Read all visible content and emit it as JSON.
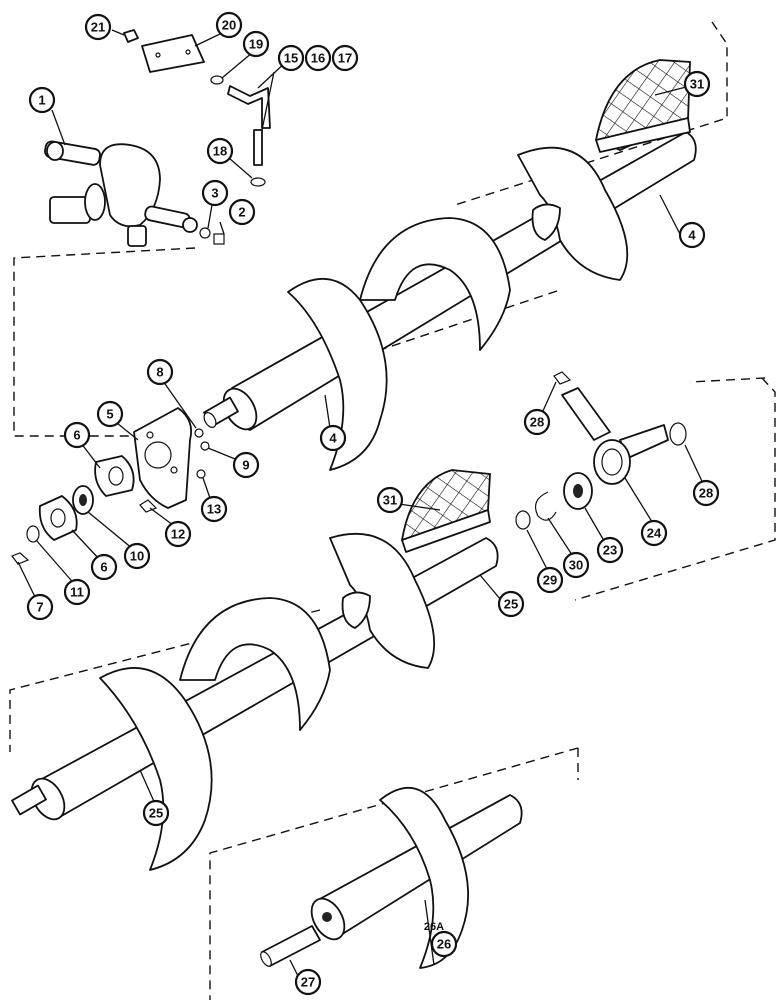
{
  "diagram": {
    "callouts": {
      "c1": "1",
      "c2": "2",
      "c3": "3",
      "c4a": "4",
      "c4b": "4",
      "c5": "5",
      "c6a": "6",
      "c6b": "6",
      "c7": "7",
      "c8": "8",
      "c9": "9",
      "c10": "10",
      "c11": "11",
      "c12": "12",
      "c13": "13",
      "c15": "15",
      "c16": "16",
      "c17": "17",
      "c18": "18",
      "c19": "19",
      "c20": "20",
      "c21": "21",
      "c23": "23",
      "c24": "24",
      "c25a": "25",
      "c25b": "25",
      "c25c": "25",
      "c26": "26",
      "c26a": "26A",
      "c27": "27",
      "c28a": "28",
      "c28b": "28",
      "c29": "29",
      "c30": "30",
      "c31a": "31",
      "c31b": "31"
    }
  }
}
